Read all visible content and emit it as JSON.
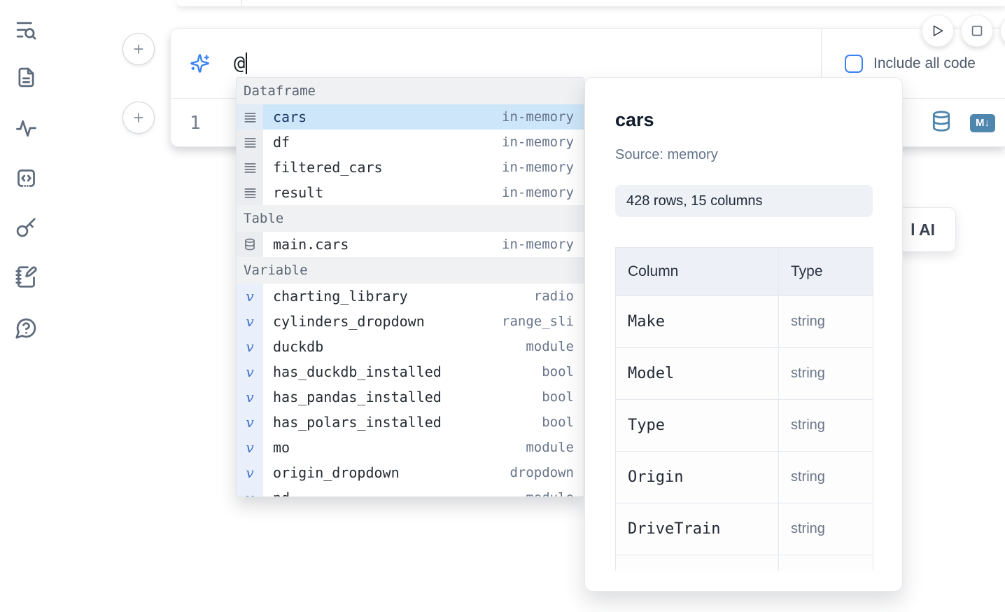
{
  "sidebar": {
    "icons": [
      "list-search",
      "file-text",
      "activity",
      "code-snippets",
      "key",
      "notebook-pen",
      "help-chat"
    ]
  },
  "prompt": {
    "value": "@",
    "include_all_code_label": "Include all code"
  },
  "editor": {
    "line_number": "1",
    "markdown_badge": "M↓"
  },
  "ai_card": {
    "fragment": "l AI"
  },
  "autocomplete": {
    "sections": [
      {
        "label": "Dataframe",
        "items": [
          {
            "icon": "dataframe",
            "name": "cars",
            "detail": "in-memory",
            "selected": true
          },
          {
            "icon": "dataframe",
            "name": "df",
            "detail": "in-memory"
          },
          {
            "icon": "dataframe",
            "name": "filtered_cars",
            "detail": "in-memory"
          },
          {
            "icon": "dataframe",
            "name": "result",
            "detail": "in-memory"
          }
        ]
      },
      {
        "label": "Table",
        "items": [
          {
            "icon": "database",
            "name": "main.cars",
            "detail": "in-memory"
          }
        ]
      },
      {
        "label": "Variable",
        "items": [
          {
            "icon": "variable",
            "name": "charting_library",
            "detail": "radio"
          },
          {
            "icon": "variable",
            "name": "cylinders_dropdown",
            "detail": "range_sli"
          },
          {
            "icon": "variable",
            "name": "duckdb",
            "detail": "module"
          },
          {
            "icon": "variable",
            "name": "has_duckdb_installed",
            "detail": "bool"
          },
          {
            "icon": "variable",
            "name": "has_pandas_installed",
            "detail": "bool"
          },
          {
            "icon": "variable",
            "name": "has_polars_installed",
            "detail": "bool"
          },
          {
            "icon": "variable",
            "name": "mo",
            "detail": "module"
          },
          {
            "icon": "variable",
            "name": "origin_dropdown",
            "detail": "dropdown"
          },
          {
            "icon": "variable",
            "name": "pd",
            "detail": "module"
          }
        ]
      }
    ]
  },
  "preview": {
    "title": "cars",
    "source_label": "Source: memory",
    "shape_badge": "428 rows, 15 columns",
    "table": {
      "col_header": "Column",
      "type_header": "Type",
      "rows": [
        {
          "column": "Make",
          "type": "string"
        },
        {
          "column": "Model",
          "type": "string"
        },
        {
          "column": "Type",
          "type": "string"
        },
        {
          "column": "Origin",
          "type": "string"
        },
        {
          "column": "DriveTrain",
          "type": "string"
        }
      ]
    }
  },
  "colors": {
    "accent": "#3b82f6",
    "selection": "#cde6f9",
    "steel_blue": "#4e86ad"
  }
}
